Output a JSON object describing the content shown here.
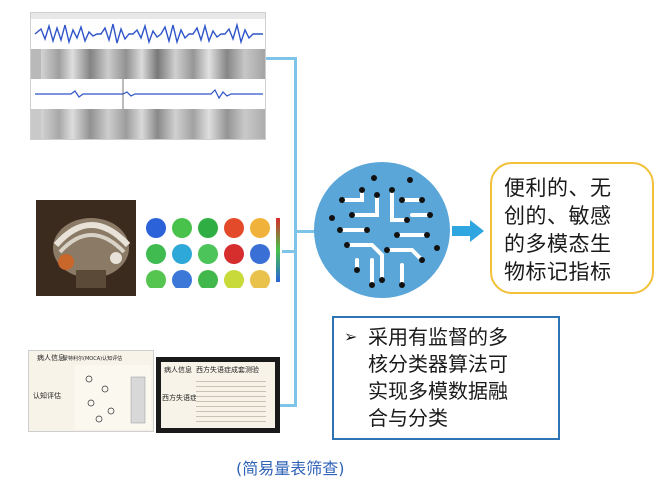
{
  "result": {
    "lines": [
      "便利的、无",
      "创的、敏感",
      "的多模态生",
      "物标记指标"
    ]
  },
  "method": {
    "bullet": "➢",
    "lines": [
      "采用有监督的多",
      "核分类器算法可",
      "实现多模数据融",
      "合与分类"
    ]
  },
  "caption": "(简易量表筛查)",
  "screens": {
    "moca": {
      "header": "病人信息",
      "title": "蒙特利尔(MOCA)认知评估",
      "side": "认知评估"
    },
    "wab": {
      "header": "病人信息",
      "title": "西方失语症成套测验",
      "sub": "西方失语症成套测验"
    }
  },
  "colors": {
    "accent_blue": "#5aa6d8",
    "connector": "#7ec3e8",
    "result_border": "#f3c03a",
    "method_border": "#2e74b5"
  },
  "icons": [
    "brain-circuit-icon",
    "arrow-right-icon",
    "eeg-headset-image",
    "topomap-image",
    "audio-waveform-image"
  ]
}
